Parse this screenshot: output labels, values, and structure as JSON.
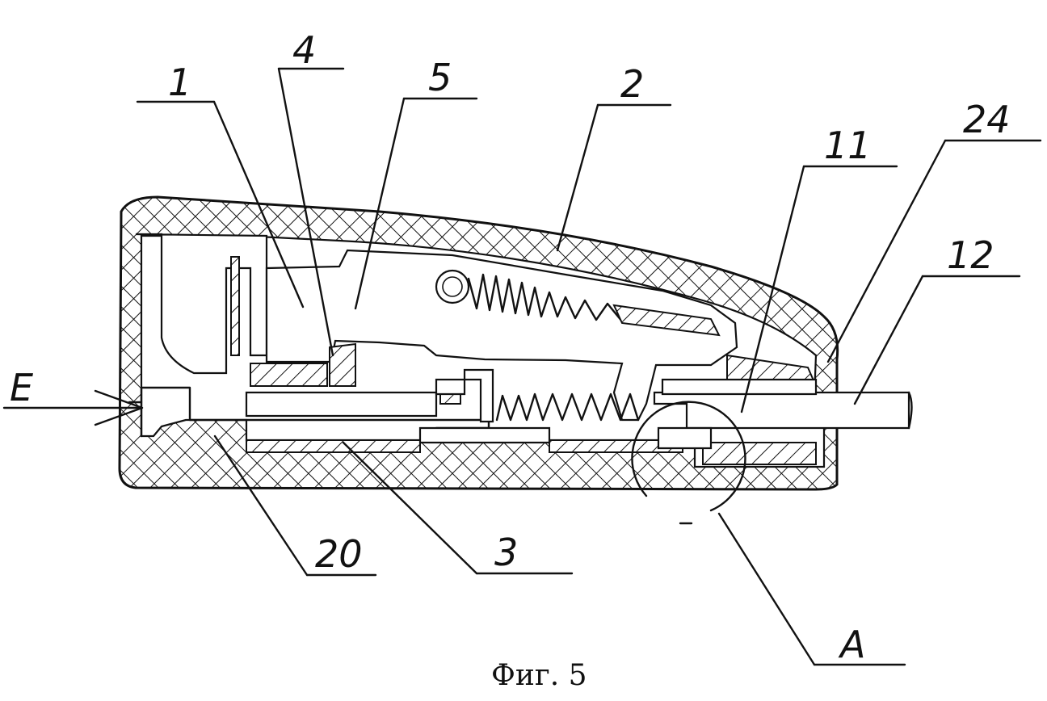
{
  "figure": {
    "caption": "Фиг. 5",
    "labels": {
      "l1": "1",
      "l2": "2",
      "l3": "3",
      "l4": "4",
      "l5": "5",
      "l11": "11",
      "l12": "12",
      "l20": "20",
      "l24": "24",
      "lA": "A",
      "lE": "E"
    }
  }
}
